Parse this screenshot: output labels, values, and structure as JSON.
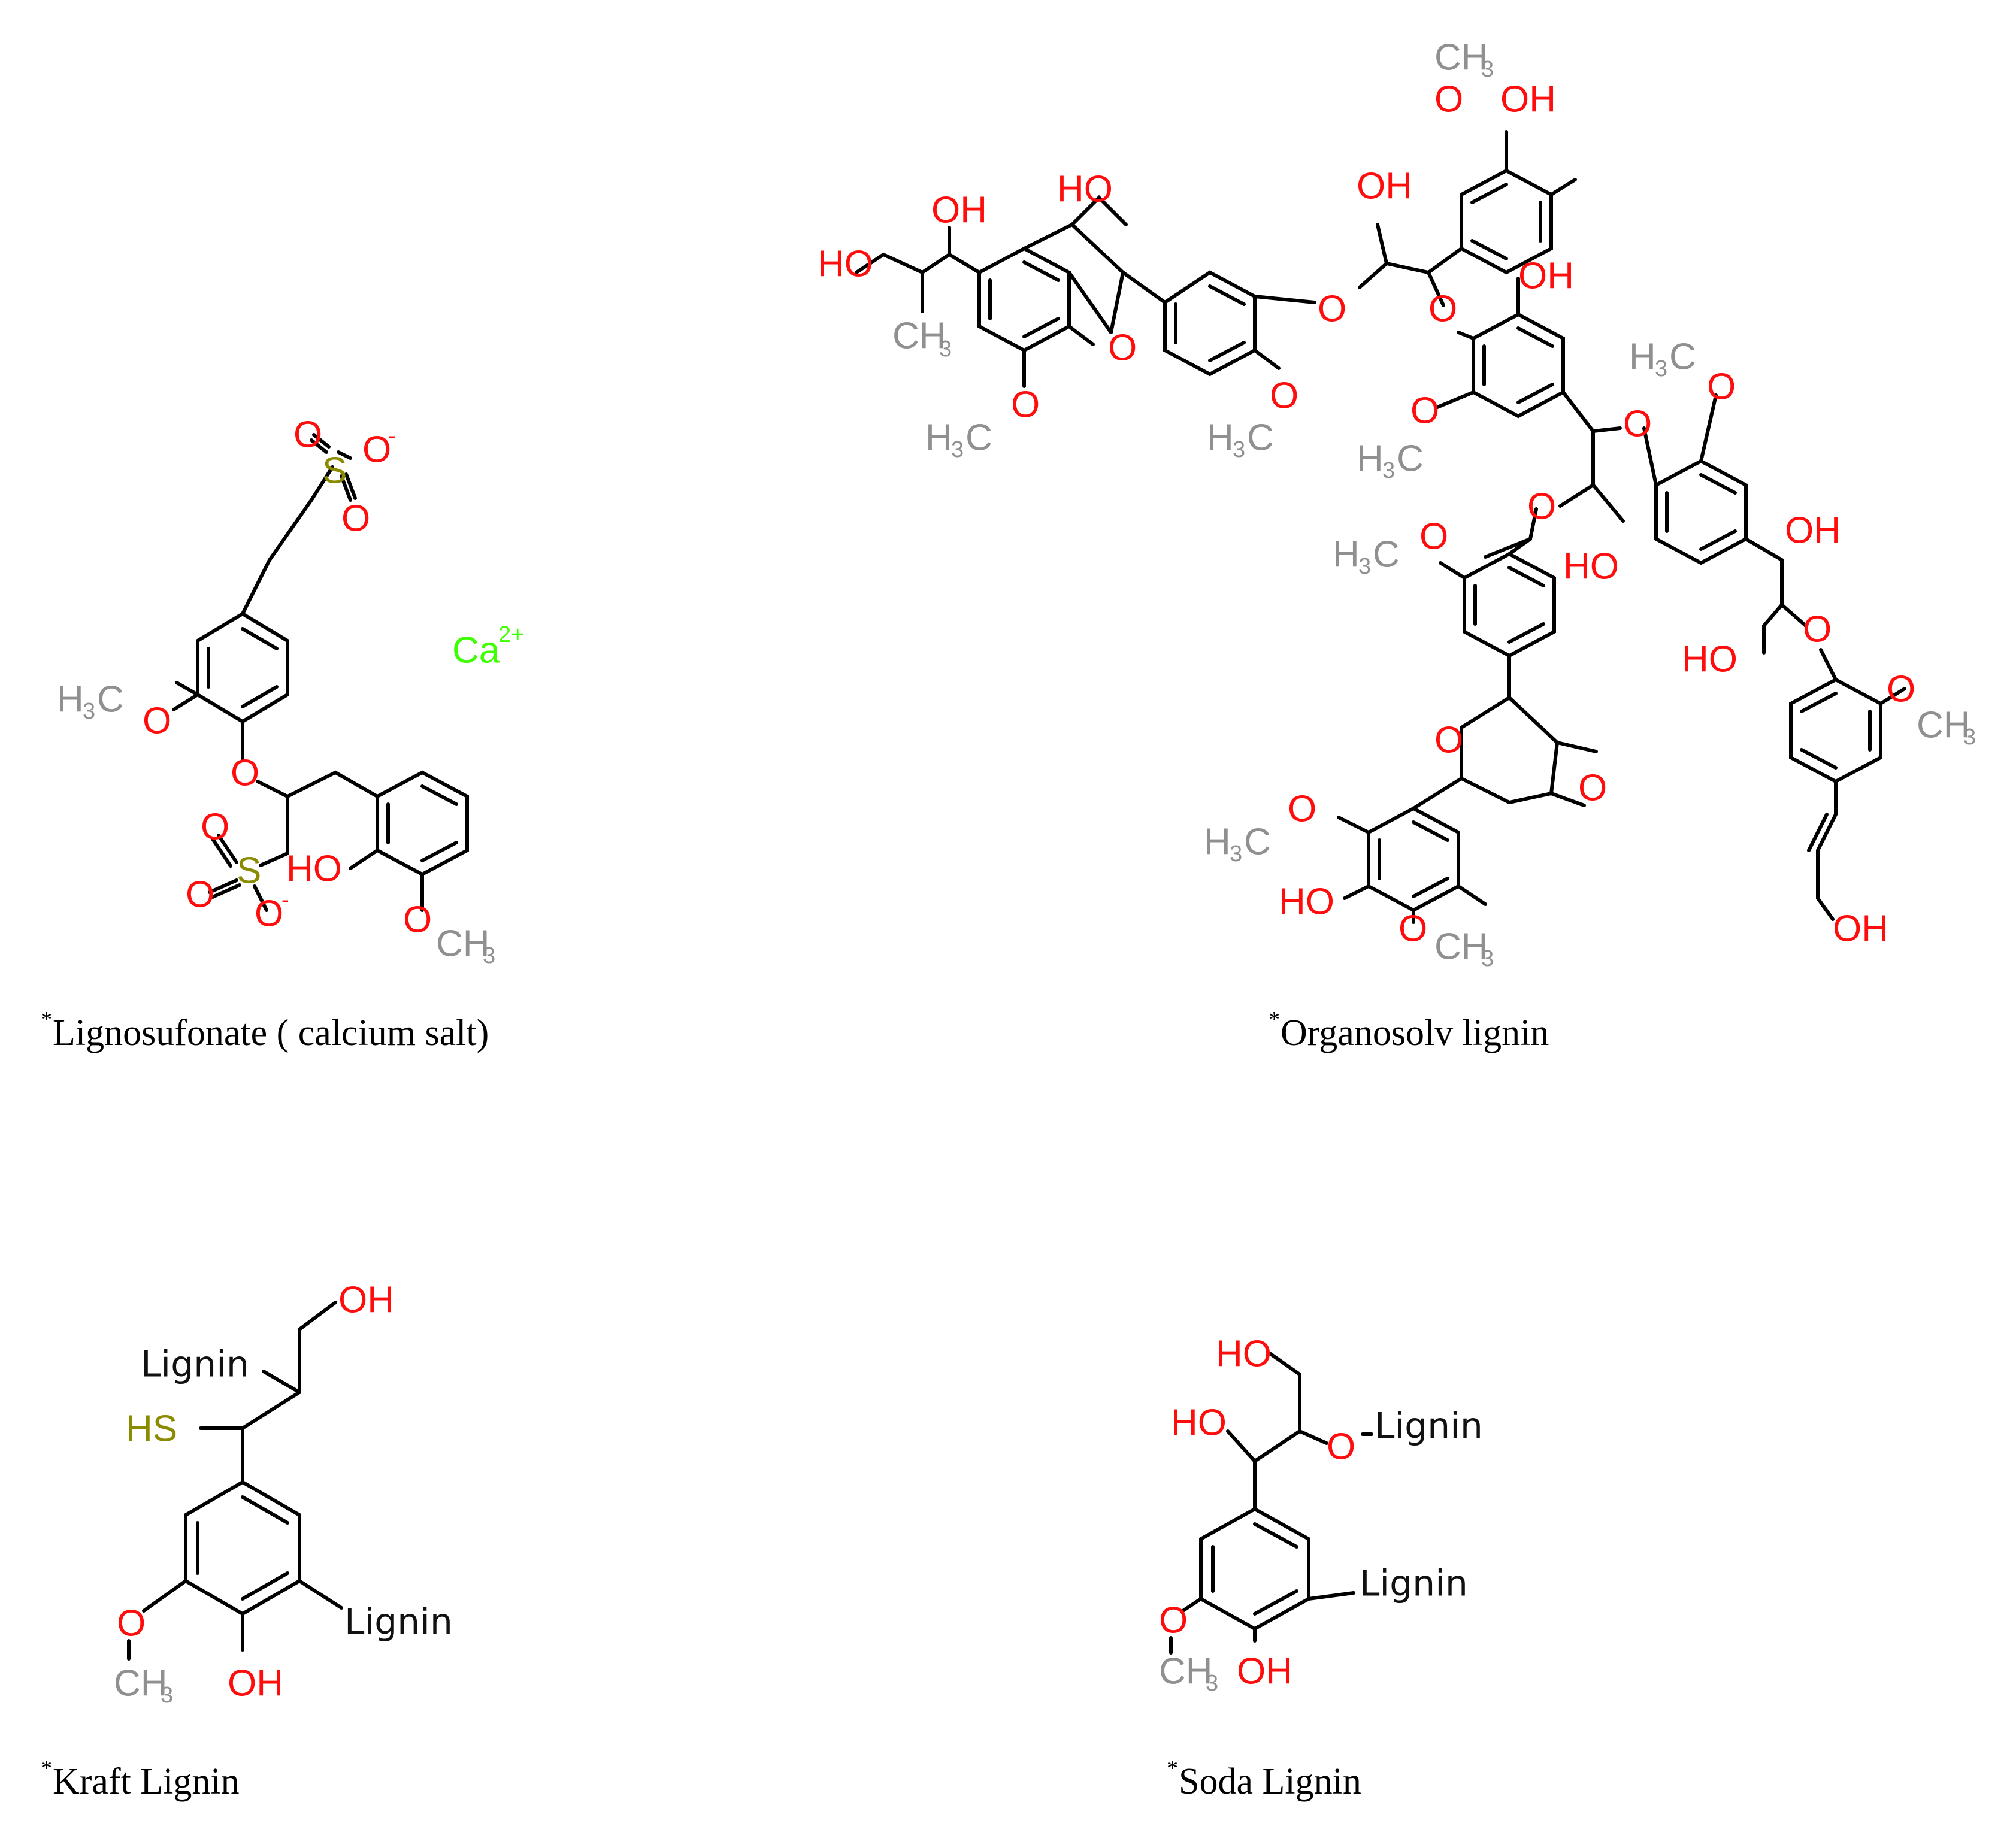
{
  "colors": {
    "oxygen": "#ff0d0d",
    "carbon_label": "#909090",
    "sulfur": "#8b8b00",
    "calcium": "#3dff00",
    "bond": "#000000"
  },
  "panels": [
    {
      "id": "lignosulfonate",
      "caption_mark": "*",
      "caption": "Lignosufonate ( calcium salt)"
    },
    {
      "id": "organosolv",
      "caption_mark": "*",
      "caption": "Organosolv lignin"
    },
    {
      "id": "kraft",
      "caption_mark": "*",
      "caption": "Kraft Lignin"
    },
    {
      "id": "soda",
      "caption_mark": "*",
      "caption": "Soda Lignin"
    }
  ],
  "labels": {
    "ls": {
      "o_neg_1": "O",
      "minus": "-",
      "o_dbl_1": "O",
      "o_dbl_2": "O",
      "s1": "S",
      "ca": "Ca",
      "ca_charge": "2+",
      "ome_h": "H",
      "ome_3": "3",
      "ome_c": "C",
      "ome_o": "O",
      "ether_o": "O",
      "s2": "S",
      "o_dbl_3": "O",
      "o_dbl_4": "O",
      "o_neg_2": "O",
      "minus2": "-",
      "oh": "HO",
      "ome2_o": "O",
      "ome2_ch": "CH",
      "ome2_3": "3"
    },
    "org": {
      "ho1": "HO",
      "oh1": "OH",
      "ch3_1": "CH",
      "ch3_1s": "3",
      "ho2": "HO",
      "ring_o": "O",
      "ome1_h": "H",
      "ome1_3": "3",
      "ome1_c": "C",
      "ome1_o": "O",
      "ome2_h": "H",
      "ome2_3": "3",
      "ome2_c": "C",
      "ome2_o": "O",
      "eth_o1": "O",
      "oh3": "OH",
      "eth_o2": "O",
      "ome3_ch": "CH",
      "ome3_3": "3",
      "ome3_o": "O",
      "oh_top": "OH",
      "oh4": "OH",
      "ome4_o": "O",
      "ome4_h": "H",
      "ome4_3": "3",
      "ome4_c": "C",
      "eth_o3": "O",
      "ome5_h": "H",
      "ome5_3": "3",
      "ome5_c": "C",
      "ome5_o": "O",
      "oh5": "OH",
      "eth_o4": "O",
      "ho6": "HO",
      "ome6_h": "H",
      "ome6_3": "3",
      "ome6_c": "C",
      "ome6_o": "O",
      "ring_o2": "O",
      "ring_o3": "O",
      "ome7_o": "O",
      "ome7_h": "H",
      "ome7_3": "3",
      "ome7_c": "C",
      "ho7": "HO",
      "ome8_o": "O",
      "ome8_ch": "CH",
      "ome8_3": "3",
      "ho8": "HO",
      "eth_o5": "O",
      "ome9_o": "O",
      "ome9_ch": "CH",
      "ome9_3": "3",
      "oh_end": "OH"
    },
    "kraft": {
      "oh": "OH",
      "lignin1": "Lignin",
      "hs": "HS",
      "lignin2": "Lignin",
      "ome_o": "O",
      "ome_ch": "CH",
      "ome_3": "3",
      "oh2": "OH"
    },
    "soda": {
      "ho1": "HO",
      "ho2": "HO",
      "o": "O",
      "lignin1": "Lignin",
      "lignin2": "Lignin",
      "ome_o": "O",
      "ome_ch": "CH",
      "ome_3": "3",
      "oh": "OH"
    }
  }
}
